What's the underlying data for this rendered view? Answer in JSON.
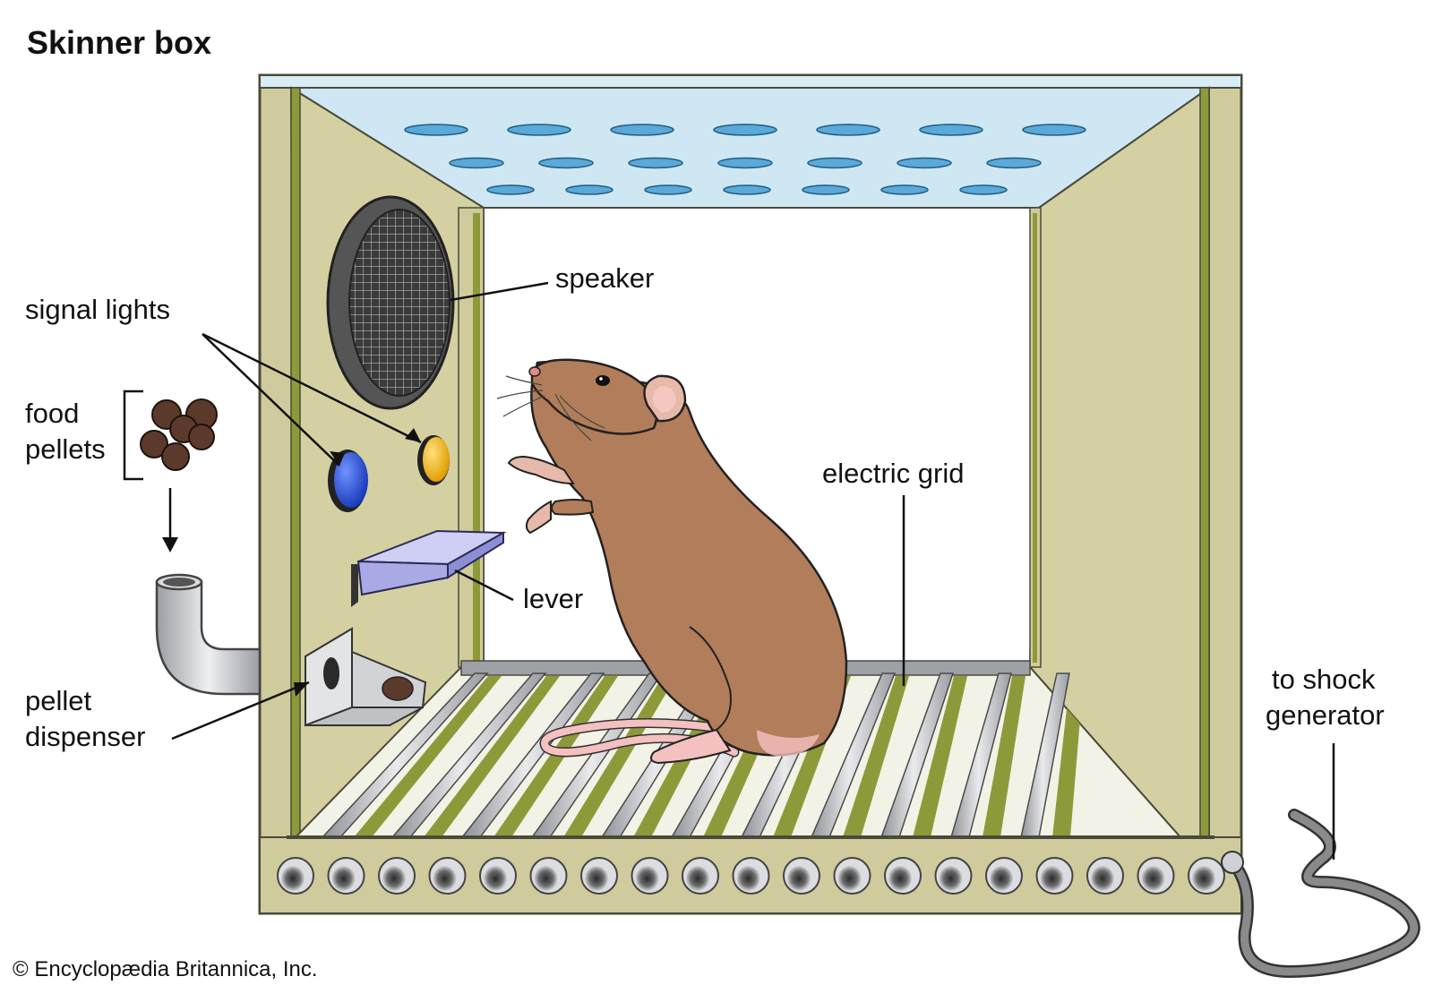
{
  "title": "Skinner box",
  "labels": {
    "speaker": "speaker",
    "signal_lights": "signal lights",
    "food_pellets_line1": "food",
    "food_pellets_line2": "pellets",
    "lever": "lever",
    "electric_grid": "electric grid",
    "pellet_dispenser_line1": "pellet",
    "pellet_dispenser_line2": "dispenser",
    "shock_line1": "to shock",
    "shock_line2": "generator"
  },
  "copyright": "© Encyclopædia Britannica, Inc.",
  "colors": {
    "box_wall": "#cfcb9c",
    "box_outline": "#4a4a3a",
    "ceiling": "#cfe7f3",
    "ceiling_vent": "#5aa9d8",
    "interior": "#ffffff",
    "floor_stripe": "#8e9a3a",
    "rod": "#c4c7cc",
    "rat_fur": "#b27d5a",
    "rat_pink": "#f4c0c0",
    "signal_light_blue": "#1f4fd6",
    "signal_light_yellow": "#f3b20f",
    "lever": "#c9c9f2",
    "pellet": "#5b3a2c",
    "cable": "#6e6e6e"
  }
}
